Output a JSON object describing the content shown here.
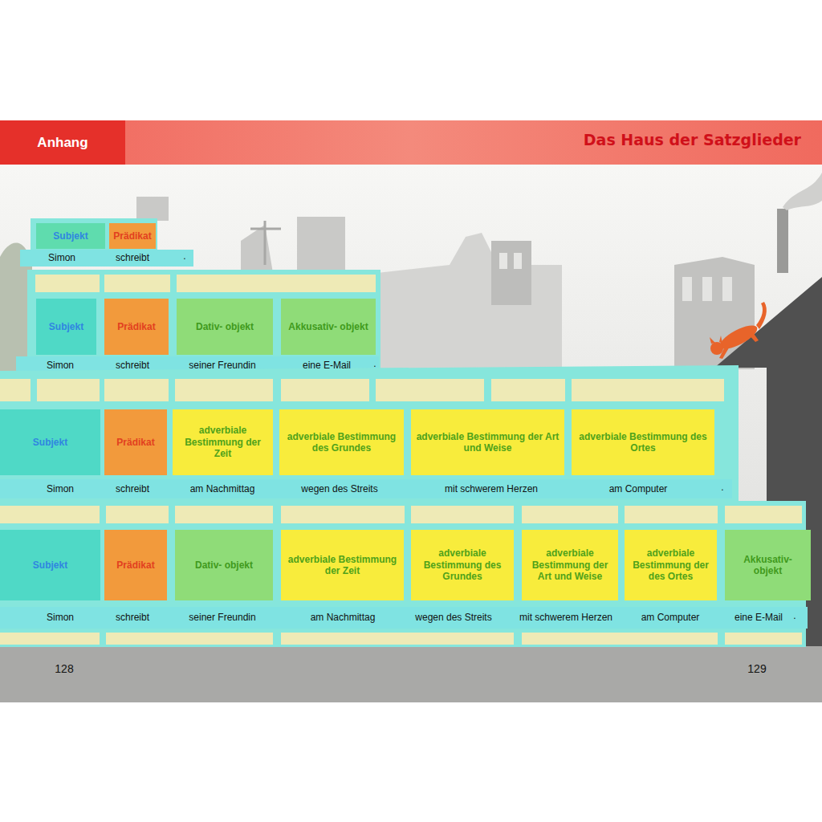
{
  "diagram": {
    "title": "Das Haus der Satzglieder",
    "nodes": [
      {
        "text": [
          "Subjekt"
        ]
      },
      {
        "text": [
          "Prädikat"
        ]
      },
      {
        "text": [
          "Subjekt"
        ]
      },
      {
        "text": [
          "Prädikat"
        ]
      },
      {
        "text": [
          "Dativ- objekt"
        ]
      },
      {
        "text": [
          "Akkusativ- objekt"
        ]
      },
      {
        "text": [
          "Subjekt"
        ]
      },
      {
        "text": [
          "Prädikat"
        ]
      },
      {
        "text": [
          "adverbiale Bestimmung der Zeit"
        ]
      },
      {
        "text": [
          "adverbiale Bestimmung des Grundes"
        ]
      },
      {
        "text": [
          "adverbiale Bestimmung der Art und Weise"
        ]
      },
      {
        "text": [
          "adverbiale Bestimmung des Ortes"
        ]
      },
      {
        "text": [
          "Subjekt"
        ]
      },
      {
        "text": [
          "Prädikat"
        ]
      },
      {
        "text": [
          "Dativ- objekt"
        ]
      },
      {
        "text": [
          "adverbiale Bestimmung der Zeit"
        ]
      },
      {
        "text": [
          "adverbiale Bestimmung des Grundes"
        ]
      },
      {
        "text": [
          "adverbiale Bestimmung der Art und Weise"
        ]
      },
      {
        "text": [
          "adverbiale Bestimmung der des Ortes"
        ]
      },
      {
        "text": [
          "Akkusativ- objekt"
        ]
      }
    ],
    "labels": [
      "Anhang",
      "Simon",
      "schreibt",
      ".",
      "Simon",
      "schreibt",
      "seiner Freundin",
      "eine E-Mail",
      ".",
      "Simon",
      "schreibt",
      "am Nachmittag",
      "wegen des Streits",
      "mit schwerem Herzen",
      "am Computer",
      ".",
      "Simon",
      "schreibt",
      "seiner Freundin",
      "am Nachmittag",
      "wegen des Streits",
      "mit schwerem Herzen",
      "am Computer",
      "eine E-Mail",
      ".",
      "128",
      "129"
    ]
  }
}
